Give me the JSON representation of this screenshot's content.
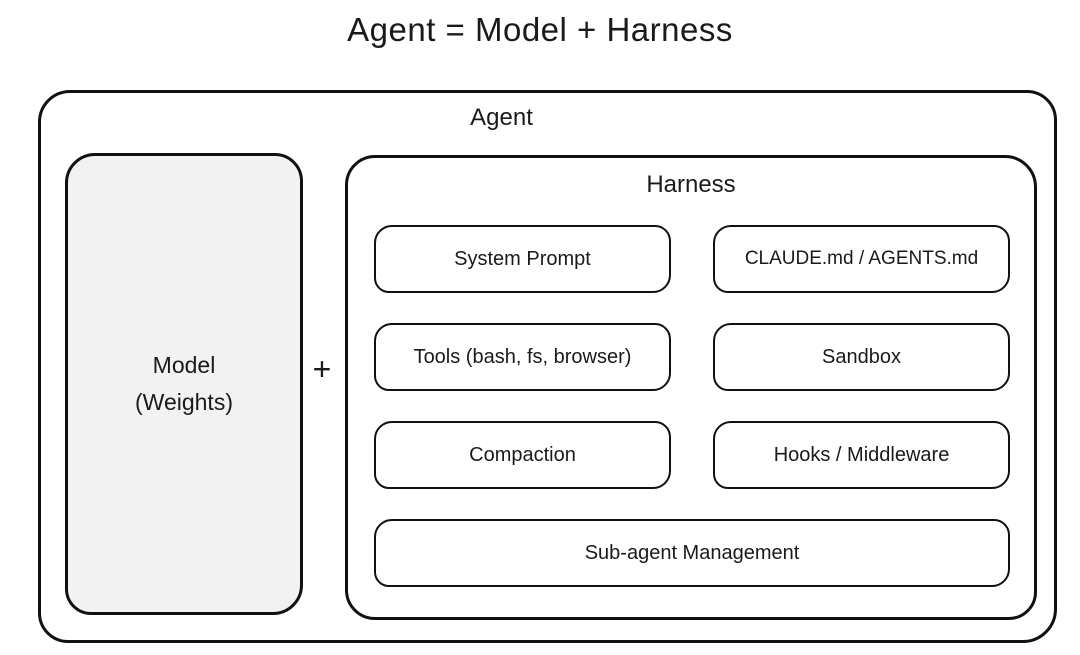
{
  "title": "Agent = Model + Harness",
  "agent_label": "Agent",
  "model": {
    "line1": "Model",
    "line2": "(Weights)"
  },
  "plus_sign": "+",
  "harness": {
    "label": "Harness",
    "items": [
      {
        "label": "System Prompt"
      },
      {
        "label": "CLAUDE.md / AGENTS.md"
      },
      {
        "label": "Tools (bash, fs, browser)"
      },
      {
        "label": "Sandbox"
      },
      {
        "label": "Compaction"
      },
      {
        "label": "Hooks / Middleware"
      },
      {
        "label": "Sub-agent Management"
      }
    ]
  },
  "colors": {
    "border": "#111111",
    "model_fill": "#f2f2f2",
    "background": "#ffffff",
    "text": "#1a1a1a"
  }
}
